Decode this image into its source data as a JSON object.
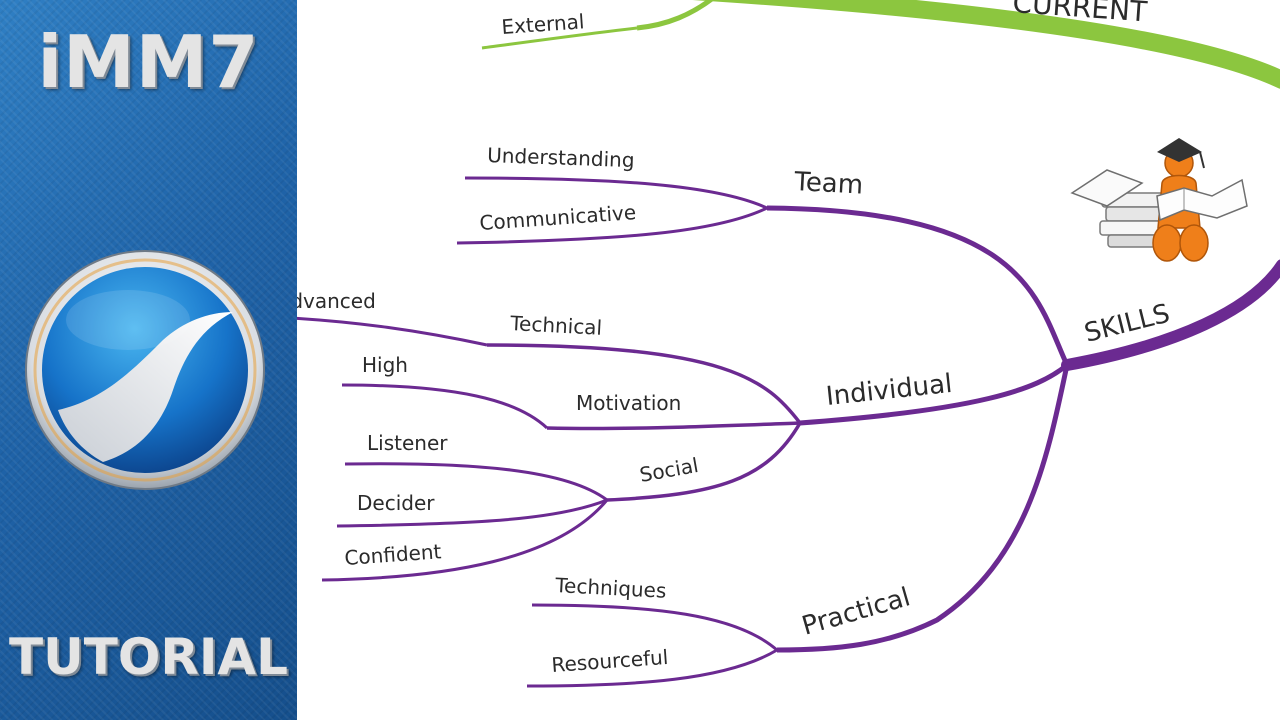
{
  "sidebar": {
    "app_title": "iMM7",
    "tutorial_label": "TUTORIAL",
    "logo_icon": "imindmap-logo-icon"
  },
  "colors": {
    "purple_branch": "#6b2a91",
    "green_branch": "#8cc63f",
    "sidebar_blue": "#1f63a8"
  },
  "mindmap": {
    "current_branch": {
      "label": "CURRENT",
      "child": "External"
    },
    "skills_branch": {
      "label": "SKILLS",
      "illustration_icon": "graduate-reading-books-icon",
      "team": {
        "label": "Team",
        "children": [
          "Understanding",
          "Communicative"
        ]
      },
      "individual": {
        "label": "Individual",
        "technical": {
          "label": "Technical",
          "child": "Advanced"
        },
        "motivation": {
          "label": "Motivation",
          "child": "High"
        },
        "social": {
          "label": "Social",
          "children": [
            "Listener",
            "Decider",
            "Confident"
          ]
        }
      },
      "practical": {
        "label": "Practical",
        "children": [
          "Techniques",
          "Resourceful"
        ]
      }
    }
  }
}
